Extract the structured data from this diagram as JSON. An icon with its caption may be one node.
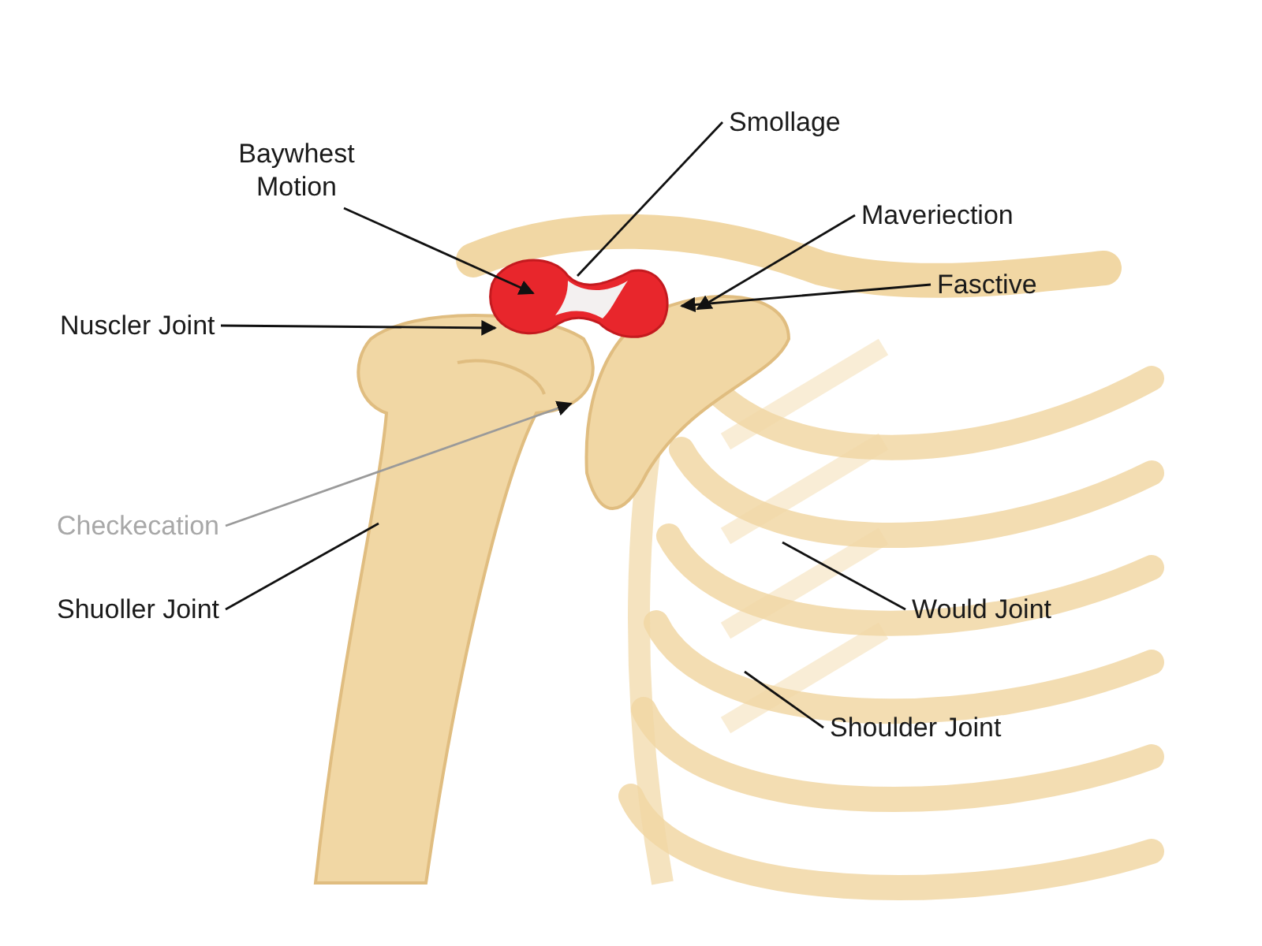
{
  "diagram": {
    "nodes": [
      {
        "text": [
          "Baywhest Motion"
        ]
      },
      {
        "text": [
          "Smollage"
        ]
      },
      {
        "text": [
          "Maveriection"
        ]
      },
      {
        "text": [
          "Fasctive"
        ]
      },
      {
        "text": [
          "Nuscler Joint"
        ]
      },
      {
        "text": [
          "Checkecation"
        ]
      },
      {
        "text": [
          "Shuoller Joint"
        ]
      },
      {
        "text": [
          "Would Joint"
        ]
      },
      {
        "text": [
          "Shoulder Joint"
        ]
      }
    ],
    "edges": [
      {
        "from": 0,
        "to": null,
        "arrow": "to"
      },
      {
        "from": 1,
        "to": null,
        "arrow": "none"
      },
      {
        "from": 2,
        "to": null,
        "arrow": "to"
      },
      {
        "from": 3,
        "to": null,
        "arrow": "to"
      },
      {
        "from": 4,
        "to": null,
        "arrow": "to"
      },
      {
        "from": 5,
        "to": null,
        "arrow": "to",
        "color": "#9a9a9a"
      },
      {
        "from": 6,
        "to": null,
        "arrow": "none"
      },
      {
        "from": 7,
        "to": null,
        "arrow": "none"
      },
      {
        "from": 8,
        "to": null,
        "arrow": "none"
      }
    ]
  }
}
